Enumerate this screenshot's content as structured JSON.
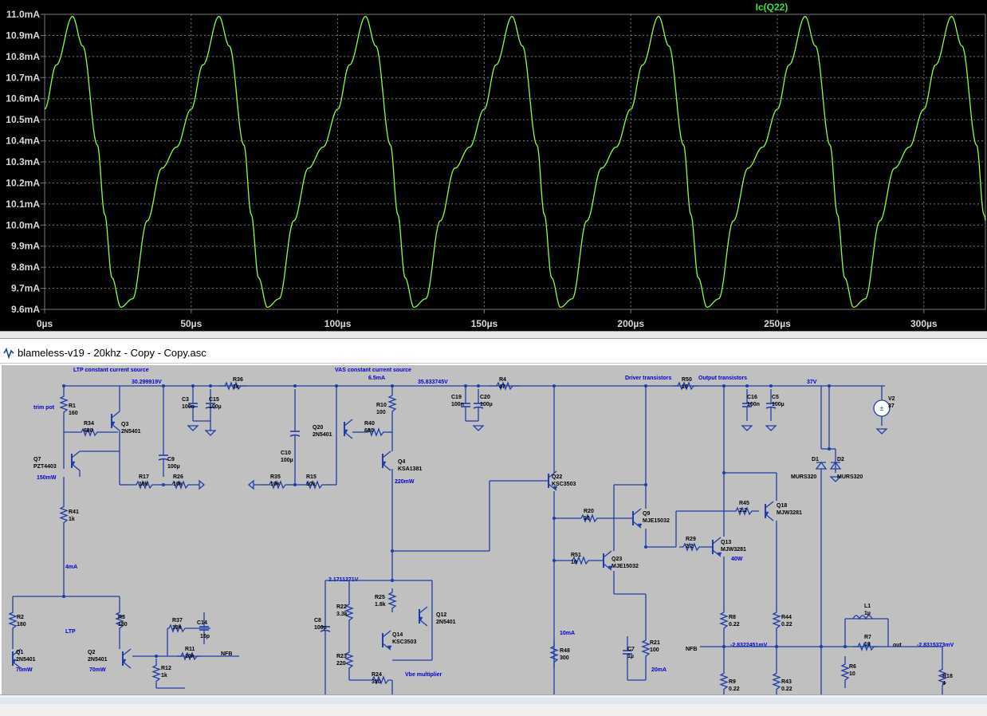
{
  "plot": {
    "trace_name": "Ic(Q22)",
    "y_labels": [
      "11.0mA",
      "10.9mA",
      "10.8mA",
      "10.7mA",
      "10.6mA",
      "10.5mA",
      "10.4mA",
      "10.3mA",
      "10.2mA",
      "10.1mA",
      "10.0mA",
      "9.9mA",
      "9.8mA",
      "9.7mA",
      "9.6mA"
    ],
    "x_labels": [
      "0µs",
      "50µs",
      "100µs",
      "150µs",
      "200µs",
      "250µs",
      "300µs"
    ],
    "colors": {
      "trace": "#8cff3c",
      "grid": "#7a7a7a",
      "axis_text": "#d8d8d8",
      "background": "#000000",
      "legend": "#3ce63c"
    }
  },
  "chart_data": {
    "type": "line",
    "title": "",
    "series": [
      {
        "name": "Ic(Q22)"
      }
    ],
    "xlabel": "",
    "ylabel": "",
    "x_unit": "µs",
    "y_unit": "mA",
    "xlim": [
      0,
      321
    ],
    "ylim": [
      9.6,
      11.0
    ],
    "period_us": 50,
    "min_mA": 9.6,
    "max_mA": 10.99,
    "waveform": {
      "t": [
        0,
        4,
        9.5,
        13,
        18,
        20.5,
        23,
        26,
        30,
        35,
        40,
        45,
        50
      ],
      "i": [
        10.55,
        10.76,
        10.99,
        10.85,
        10.38,
        10.05,
        9.75,
        9.61,
        9.65,
        10.02,
        10.27,
        10.37,
        10.55
      ]
    },
    "grid": true
  },
  "window": {
    "title": "blameless-v19 - 20khz - Copy - Copy.asc"
  },
  "schematic": {
    "labels": {
      "ltp_ccs": "LTP constant current source",
      "vas_ccs": "VAS constant current source",
      "drivers": "Driver transistors",
      "outputs": "Output transistors",
      "trim": "trim pot",
      "ltp": "LTP",
      "vbe": "Vbe multiplier",
      "v1": "30.299919V",
      "i1": "6.5mA",
      "v2": "35.833745V",
      "v3": "37V",
      "v4": "2.1711271V",
      "v5": "-2.8322451mV",
      "v6": "-2.8315373mV",
      "nfb1": "NFB",
      "nfb2": "NFB",
      "out": "out",
      "i4ma": "4mA",
      "i10ma": "10mA",
      "i20ma": "20mA",
      "p150": "150mW",
      "p220": "220mW",
      "p70a": "70mW",
      "p70b": "70mW",
      "p40": "40W"
    },
    "components": [
      {
        "ref": "R1",
        "val": "160"
      },
      {
        "ref": "R34",
        "val": "680"
      },
      {
        "ref": "Q3",
        "val": "2N5401"
      },
      {
        "ref": "Q7",
        "val": "PZT4403"
      },
      {
        "ref": "C9",
        "val": "100µ"
      },
      {
        "ref": "R17",
        "val": "10k"
      },
      {
        "ref": "R26",
        "val": "10k"
      },
      {
        "ref": "C3",
        "val": "100n"
      },
      {
        "ref": "C15",
        "val": "100µ"
      },
      {
        "ref": "R36",
        "val": "1k"
      },
      {
        "ref": "R41",
        "val": "1k"
      },
      {
        "ref": "R2",
        "val": "180"
      },
      {
        "ref": "Q1",
        "val": "2N5401"
      },
      {
        "ref": "R3",
        "val": "180"
      },
      {
        "ref": "Q2",
        "val": "2N5401"
      },
      {
        "ref": "R37",
        "val": "10k"
      },
      {
        "ref": "C14",
        "val": "15p"
      },
      {
        "ref": "R11",
        "val": "10k"
      },
      {
        "ref": "R12",
        "val": "1k"
      },
      {
        "ref": "Q20",
        "val": "2N5401"
      },
      {
        "ref": "R40",
        "val": "680"
      },
      {
        "ref": "R10",
        "val": "100"
      },
      {
        "ref": "C10",
        "val": "100µ"
      },
      {
        "ref": "R35",
        "val": "10k"
      },
      {
        "ref": "R15",
        "val": "10k"
      },
      {
        "ref": "Q4",
        "val": "KSA1381"
      },
      {
        "ref": "C19",
        "val": "100n"
      },
      {
        "ref": "C20",
        "val": "100µ"
      },
      {
        "ref": "R4",
        "val": "47"
      },
      {
        "ref": "Q22",
        "val": "KSC3503"
      },
      {
        "ref": "R20",
        "val": "10"
      },
      {
        "ref": "Q9",
        "val": "MJE15032"
      },
      {
        "ref": "R51",
        "val": "10"
      },
      {
        "ref": "Q23",
        "val": "MJE15032"
      },
      {
        "ref": "R48",
        "val": "300"
      },
      {
        "ref": "C7",
        "val": "1µ"
      },
      {
        "ref": "R21",
        "val": "100"
      },
      {
        "ref": "R50",
        "val": "10"
      },
      {
        "ref": "C16",
        "val": "100n"
      },
      {
        "ref": "C5",
        "val": "100µ"
      },
      {
        "ref": "R45",
        "val": "2.2"
      },
      {
        "ref": "Q18",
        "val": "MJW3281"
      },
      {
        "ref": "R29",
        "val": "2.2"
      },
      {
        "ref": "Q13",
        "val": "MJW3281"
      },
      {
        "ref": "R8",
        "val": "0.22"
      },
      {
        "ref": "R9",
        "val": "0.22"
      },
      {
        "ref": "R44",
        "val": "0.22"
      },
      {
        "ref": "R43",
        "val": "0.22"
      },
      {
        "ref": "V2",
        "val": "37"
      },
      {
        "ref": "D1",
        "val": "MURS320"
      },
      {
        "ref": "D2",
        "val": "MURS320"
      },
      {
        "ref": "L1",
        "val": "1µ"
      },
      {
        "ref": "R7",
        "val": "10"
      },
      {
        "ref": "R6",
        "val": "10"
      },
      {
        "ref": "R18",
        "val": "4"
      },
      {
        "ref": "R25",
        "val": "1.8k"
      },
      {
        "ref": "R22",
        "val": "3.3k"
      },
      {
        "ref": "Q14",
        "val": "KSC3503"
      },
      {
        "ref": "Q12",
        "val": "2N5401"
      },
      {
        "ref": "R23",
        "val": "220"
      },
      {
        "ref": "R24",
        "val": "310"
      },
      {
        "ref": "C8",
        "val": "100µ"
      }
    ]
  }
}
